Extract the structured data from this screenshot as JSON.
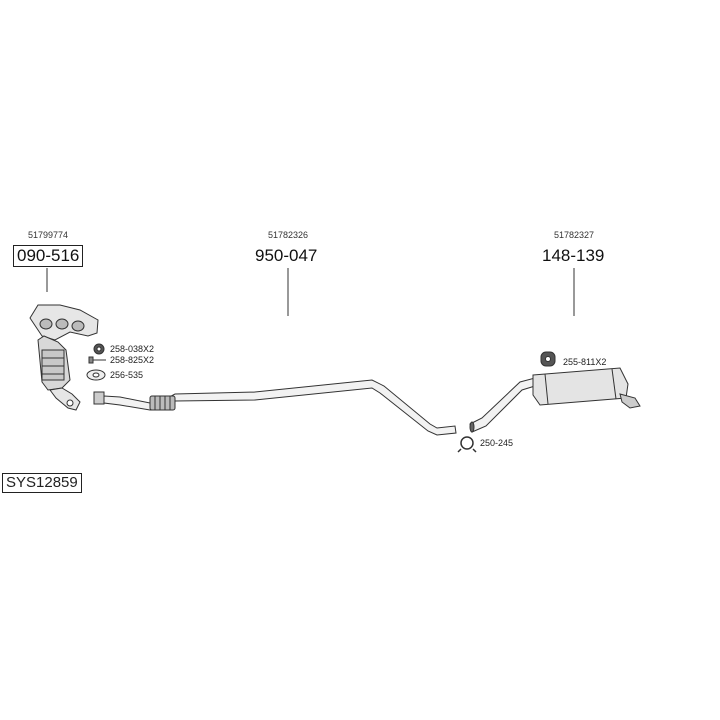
{
  "system_code": "SYS12859",
  "assemblies": [
    {
      "oem": "51799774",
      "part": "090-516"
    },
    {
      "oem": "51782326",
      "part": "950-047"
    },
    {
      "oem": "51782327",
      "part": "148-139"
    }
  ],
  "accessories": [
    {
      "label": "258-038X2",
      "icon": "rubber-hanger-icon"
    },
    {
      "label": "258-825X2",
      "icon": "bolt-icon"
    },
    {
      "label": "256-535",
      "icon": "gasket-icon"
    },
    {
      "label": "255-811X2",
      "icon": "rubber-mount-icon"
    },
    {
      "label": "250-245",
      "icon": "pipe-clamp-icon"
    }
  ]
}
